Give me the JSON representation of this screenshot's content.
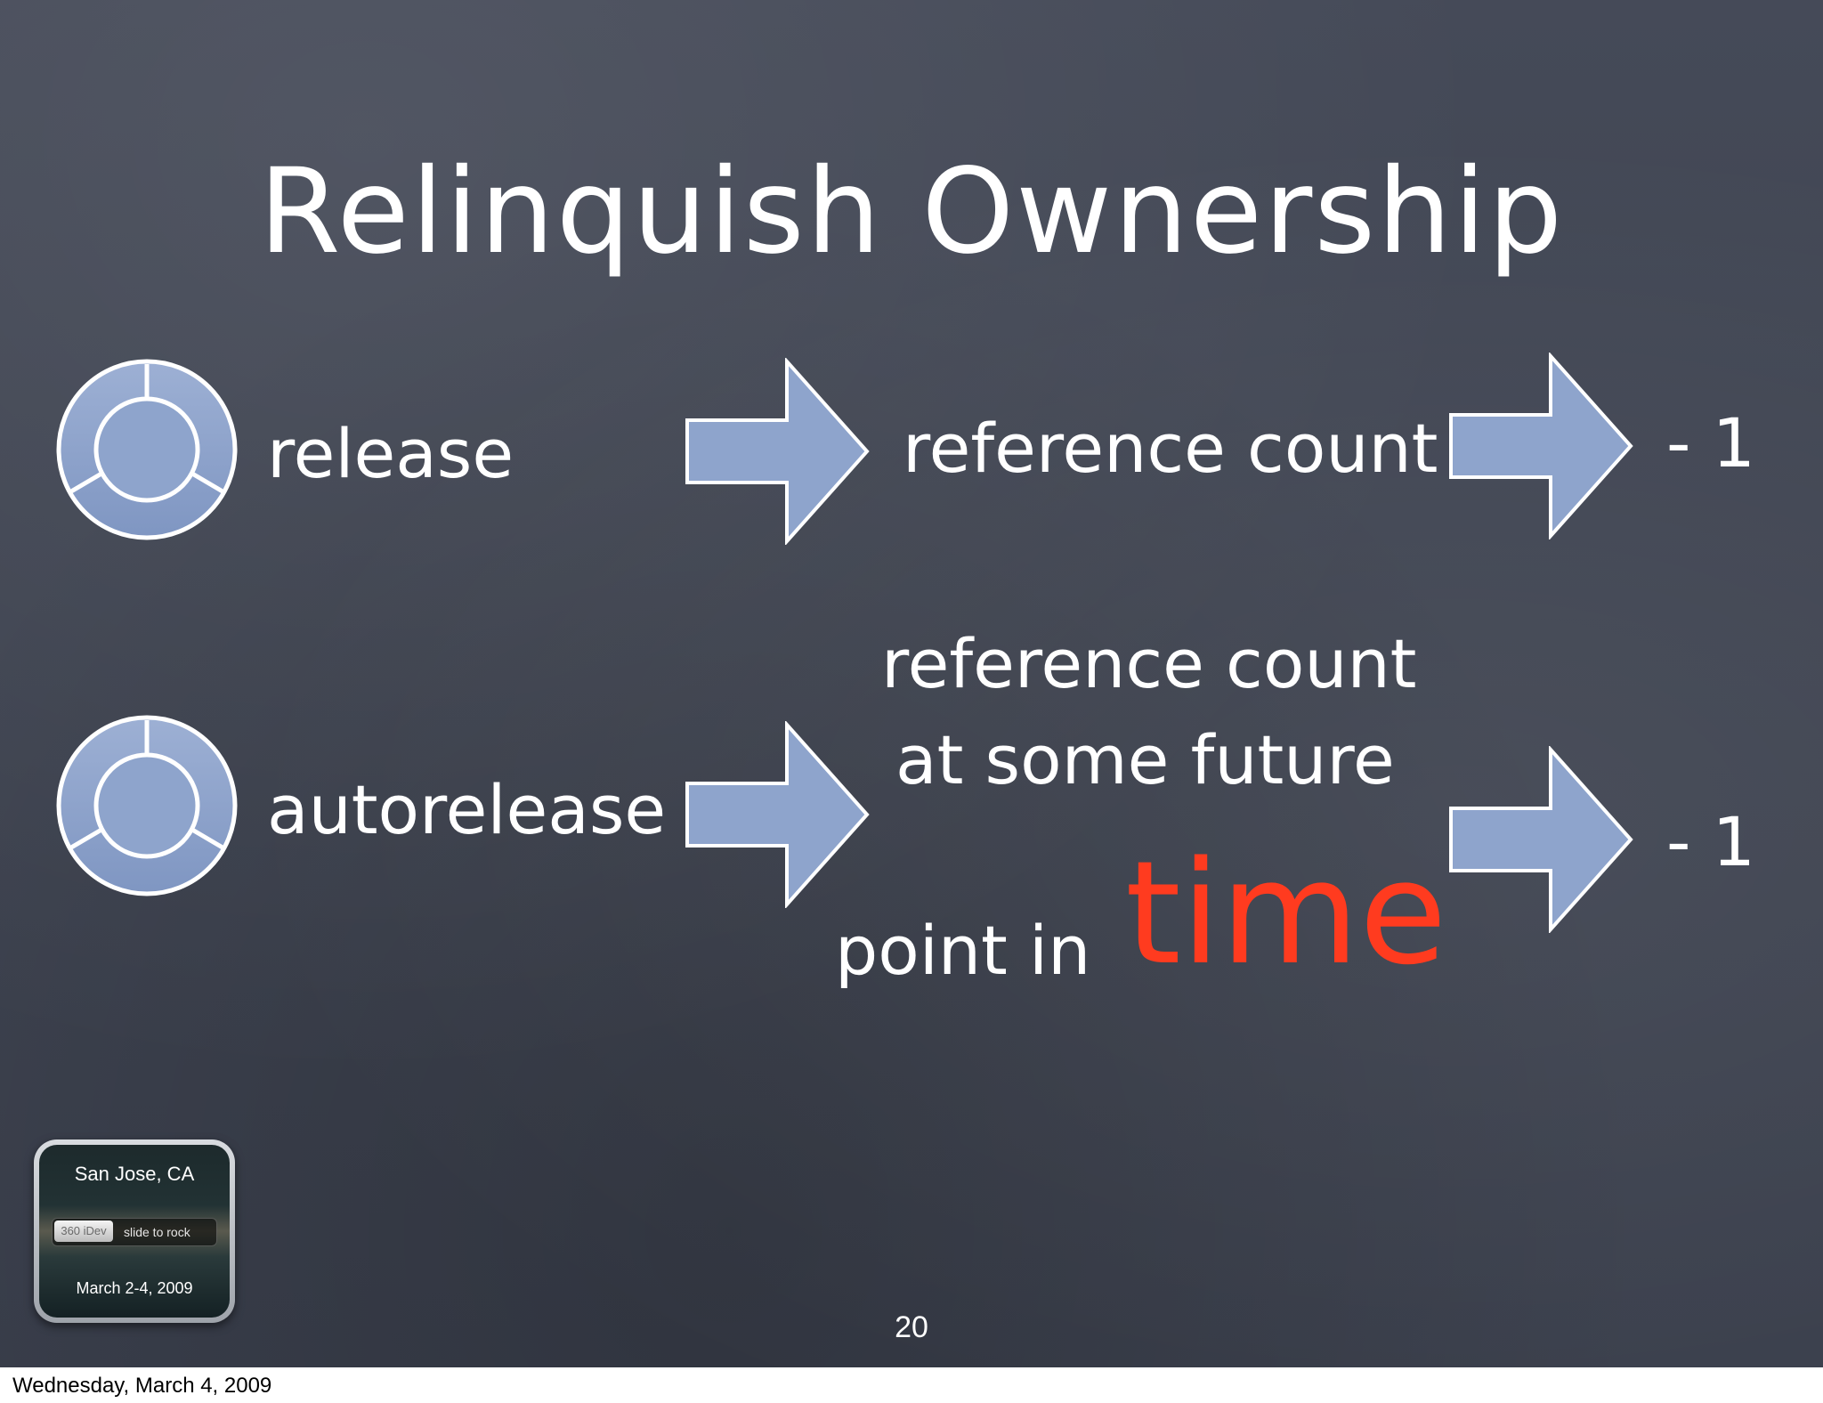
{
  "slide": {
    "title": "Relinquish Ownership",
    "row1": {
      "method": "release",
      "result": "reference count",
      "delta": "- 1"
    },
    "row2": {
      "method": "autorelease",
      "result_line1": "reference count",
      "result_line2": "at some future",
      "result_line3": "point in",
      "emphasis": "time",
      "delta": "- 1"
    },
    "page_number": "20",
    "colors": {
      "chalk": "#ffffff",
      "emphasis": "#ff3b1f",
      "shape_fill": "#8ea4cc",
      "shape_stroke": "#ffffff"
    },
    "icons": [
      "ring-icon",
      "right-arrow-icon"
    ]
  },
  "badge": {
    "city": "San Jose, CA",
    "knob_label": "360 iDev",
    "slider_text": "slide to rock",
    "dates": "March 2-4, 2009"
  },
  "footer": {
    "date": "Wednesday, March 4, 2009"
  }
}
